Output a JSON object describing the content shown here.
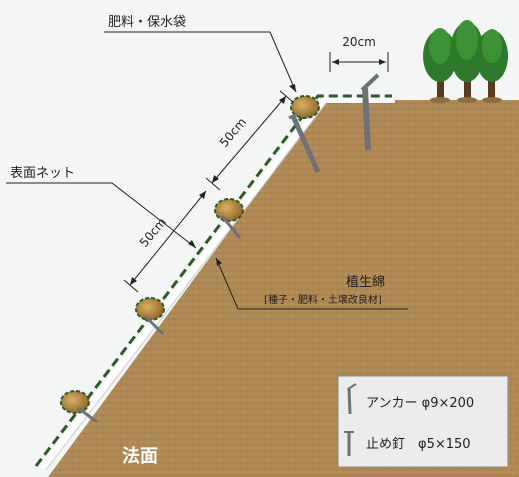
{
  "labels": {
    "fertilizer_bag": "肥料・保水袋",
    "surface_net": "表面ネット",
    "planting_mat": "植生綿",
    "mat_contents": "[種子・肥料・土壌改良材]",
    "slope": "法面"
  },
  "dimensions": {
    "top_width": "20cm",
    "spacing_upper": "50cm",
    "spacing_lower": "50cm"
  },
  "legend": {
    "anchor": "アンカー φ9×200",
    "pin": "止め釘　φ5×150"
  },
  "colors": {
    "soil": "#b08a55",
    "net": "#2f5a25",
    "mat": "#ffffff",
    "background": "#f3f6f4"
  }
}
